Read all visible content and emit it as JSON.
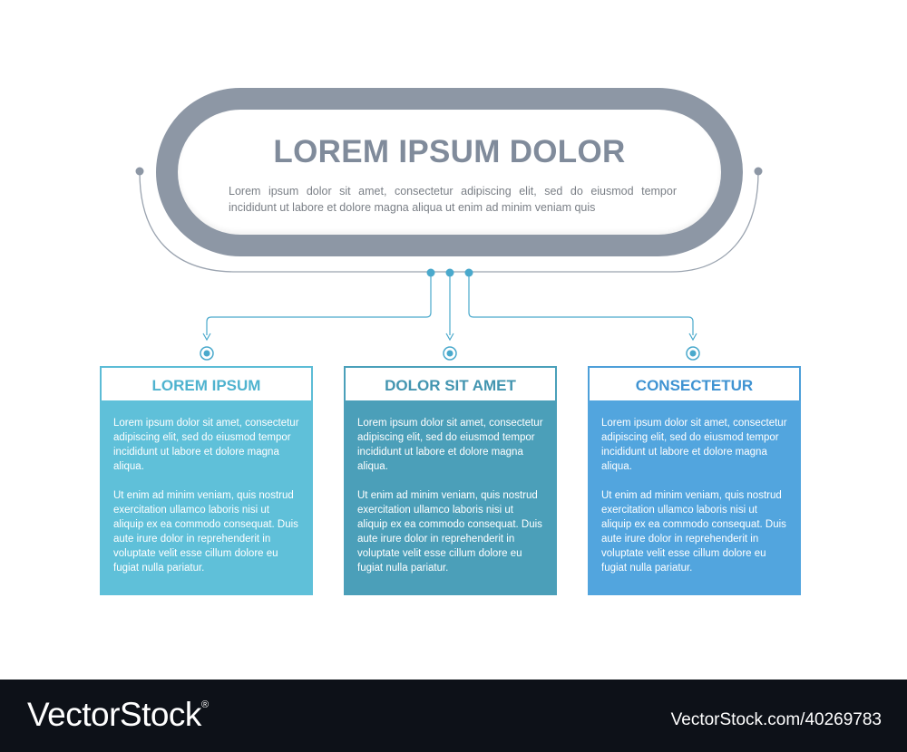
{
  "main": {
    "title": "LOREM IPSUM DOLOR",
    "text": "Lorem ipsum dolor sit amet, consectetur adipiscing elit, sed do eiusmod tempor incididunt ut labore et dolore magna aliqua ut enim ad minim veniam quis"
  },
  "cards": [
    {
      "title": "LOREM IPSUM",
      "para1": "Lorem ipsum dolor sit amet, consectetur adipiscing elit, sed do eiusmod tempor incididunt ut labore et dolore magna aliqua.",
      "para2": "Ut enim ad minim veniam, quis nostrud exercitation ullamco laboris nisi ut aliquip ex ea commodo consequat. Duis aute irure dolor in reprehenderit in voluptate velit esse cillum dolore eu fugiat nulla pariatur."
    },
    {
      "title": "DOLOR SIT AMET",
      "para1": "Lorem ipsum dolor sit amet, consectetur adipiscing elit, sed do eiusmod tempor incididunt ut labore et dolore magna aliqua.",
      "para2": "Ut enim ad minim veniam, quis nostrud exercitation ullamco laboris nisi ut aliquip ex ea commodo consequat. Duis aute irure dolor in reprehenderit in voluptate velit esse cillum dolore eu fugiat nulla pariatur."
    },
    {
      "title": "CONSECTETUR",
      "para1": "Lorem ipsum dolor sit amet, consectetur adipiscing elit, sed do eiusmod tempor incididunt ut labore et dolore magna aliqua.",
      "para2": "Ut enim ad minim veniam, quis nostrud exercitation ullamco laboris nisi ut aliquip ex ea commodo consequat. Duis aute irure dolor in reprehenderit in voluptate velit esse cillum dolore eu fugiat nulla pariatur."
    }
  ],
  "footer": {
    "logo": "VectorStock",
    "logo_mark": "®",
    "stock_id": "VectorStock.com/40269783"
  },
  "colors": {
    "pill": "#8d97a5",
    "card1": "#5fc0d9",
    "card2": "#4b9fb9",
    "card3": "#52a5de",
    "connector": "#8d97a5",
    "arrow": "#4aa9cc"
  }
}
